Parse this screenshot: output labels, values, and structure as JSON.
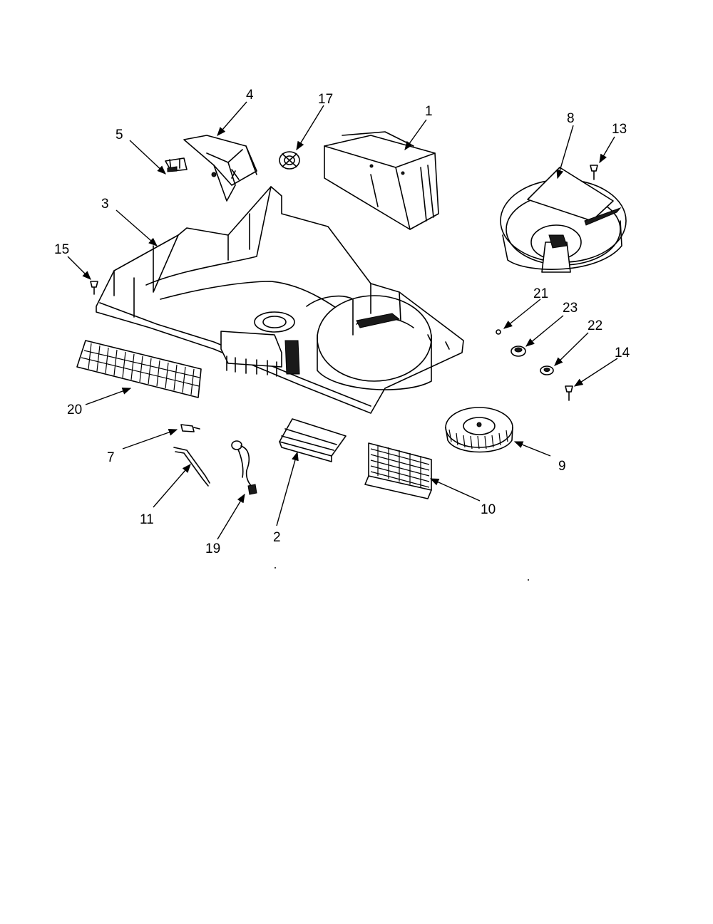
{
  "callouts": [
    {
      "id": "1",
      "label": "1"
    },
    {
      "id": "2",
      "label": "2"
    },
    {
      "id": "3",
      "label": "3"
    },
    {
      "id": "4",
      "label": "4"
    },
    {
      "id": "5",
      "label": "5"
    },
    {
      "id": "7",
      "label": "7"
    },
    {
      "id": "8",
      "label": "8"
    },
    {
      "id": "9",
      "label": "9"
    },
    {
      "id": "10",
      "label": "10"
    },
    {
      "id": "11",
      "label": "11"
    },
    {
      "id": "13",
      "label": "13"
    },
    {
      "id": "14",
      "label": "14"
    },
    {
      "id": "15",
      "label": "15"
    },
    {
      "id": "17",
      "label": "17"
    },
    {
      "id": "19",
      "label": "19"
    },
    {
      "id": "20",
      "label": "20"
    },
    {
      "id": "21",
      "label": "21"
    },
    {
      "id": "22",
      "label": "22"
    },
    {
      "id": "23",
      "label": "23"
    }
  ]
}
